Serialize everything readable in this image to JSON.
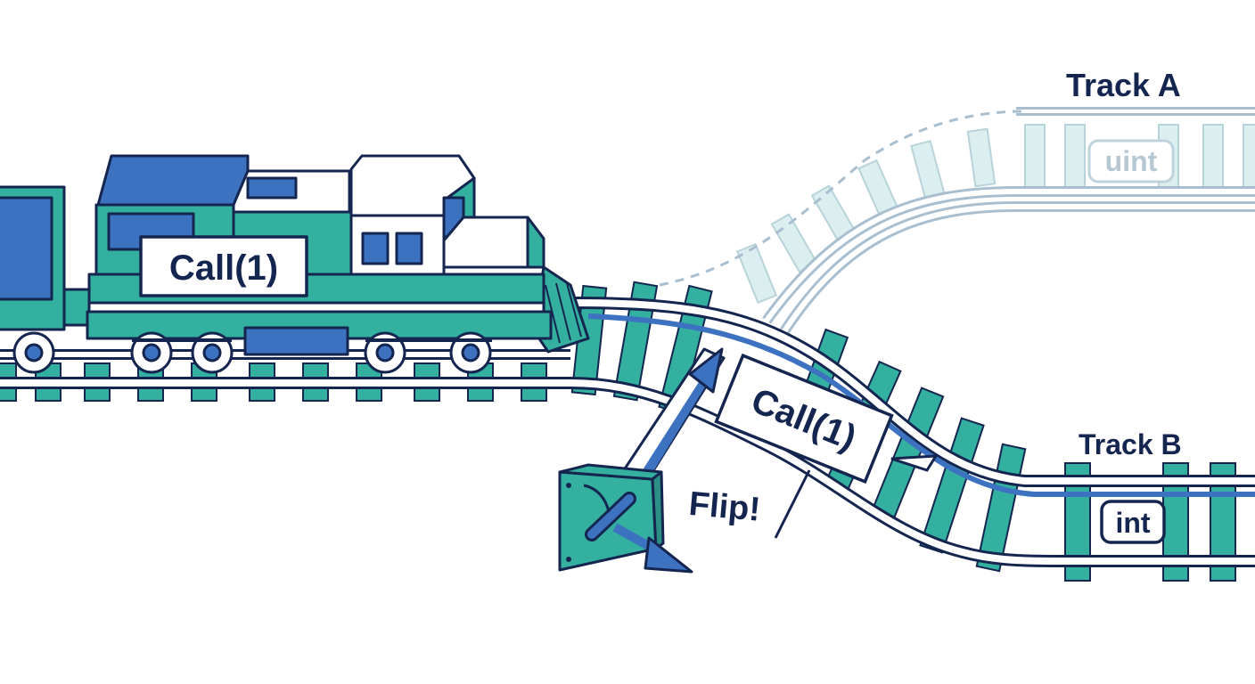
{
  "colors": {
    "navy": "#14254f",
    "teal": "#33b0a0",
    "blue": "#3c72c0",
    "faded_teal": "#cfe7ea",
    "faded_line": "#a9bfd0"
  },
  "labels": {
    "track_a": "Track A",
    "track_b": "Track B",
    "type_a": "uint",
    "type_b": "int",
    "locomotive_sign": "Call(1)",
    "message_sign": "Call(1)",
    "flip": "Flip!"
  },
  "icons": {
    "locomotive": "train-locomotive-icon",
    "switch_lever": "switch-lever-icon"
  }
}
